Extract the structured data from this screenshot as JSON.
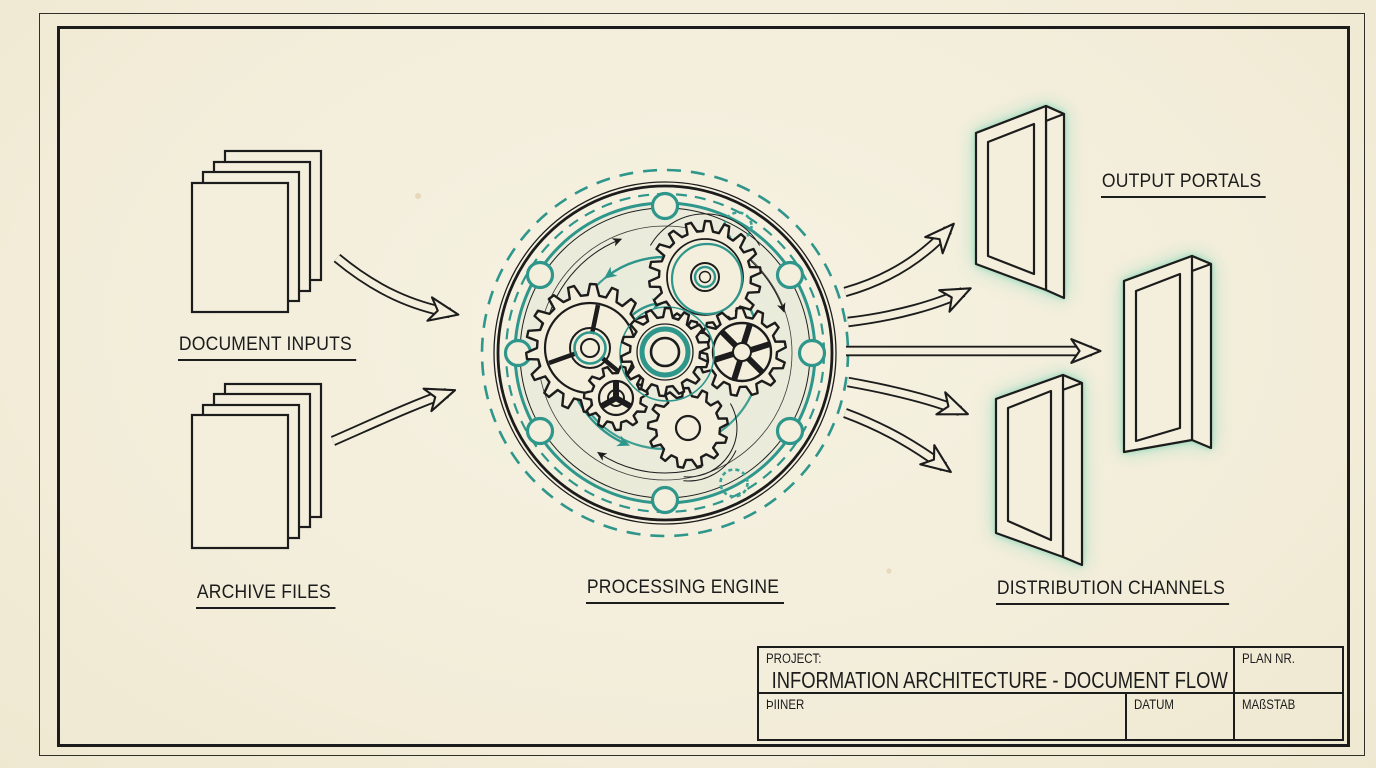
{
  "colors": {
    "paper": "#f4efdd",
    "ink": "#1c1c1c",
    "teal": "#2e968b",
    "portal_glow": "#cdeadd"
  },
  "diagram": {
    "inputs": [
      {
        "label": "DOCUMENT INPUTS",
        "icon": "document-stack"
      },
      {
        "label": "ARCHIVE FILES",
        "icon": "document-stack"
      }
    ],
    "process": {
      "label": "PROCESSING ENGINE",
      "icon": "gear-mechanism"
    },
    "outputs": [
      {
        "label": "OUTPUT PORTALS",
        "icon": "portal-frames"
      },
      {
        "label": "DISTRIBUTION CHANNELS",
        "icon": "portal-frames"
      }
    ]
  },
  "title_block": {
    "project_label": "PROJECT:",
    "project_title": "INFORMATION ARCHITECTURE - DOCUMENT FLOW",
    "plan_nr_label": "PLAN NR.",
    "drafter_label": "ÞIINER",
    "date_label": "DATUM",
    "scale_label": "MAßSTAB"
  }
}
